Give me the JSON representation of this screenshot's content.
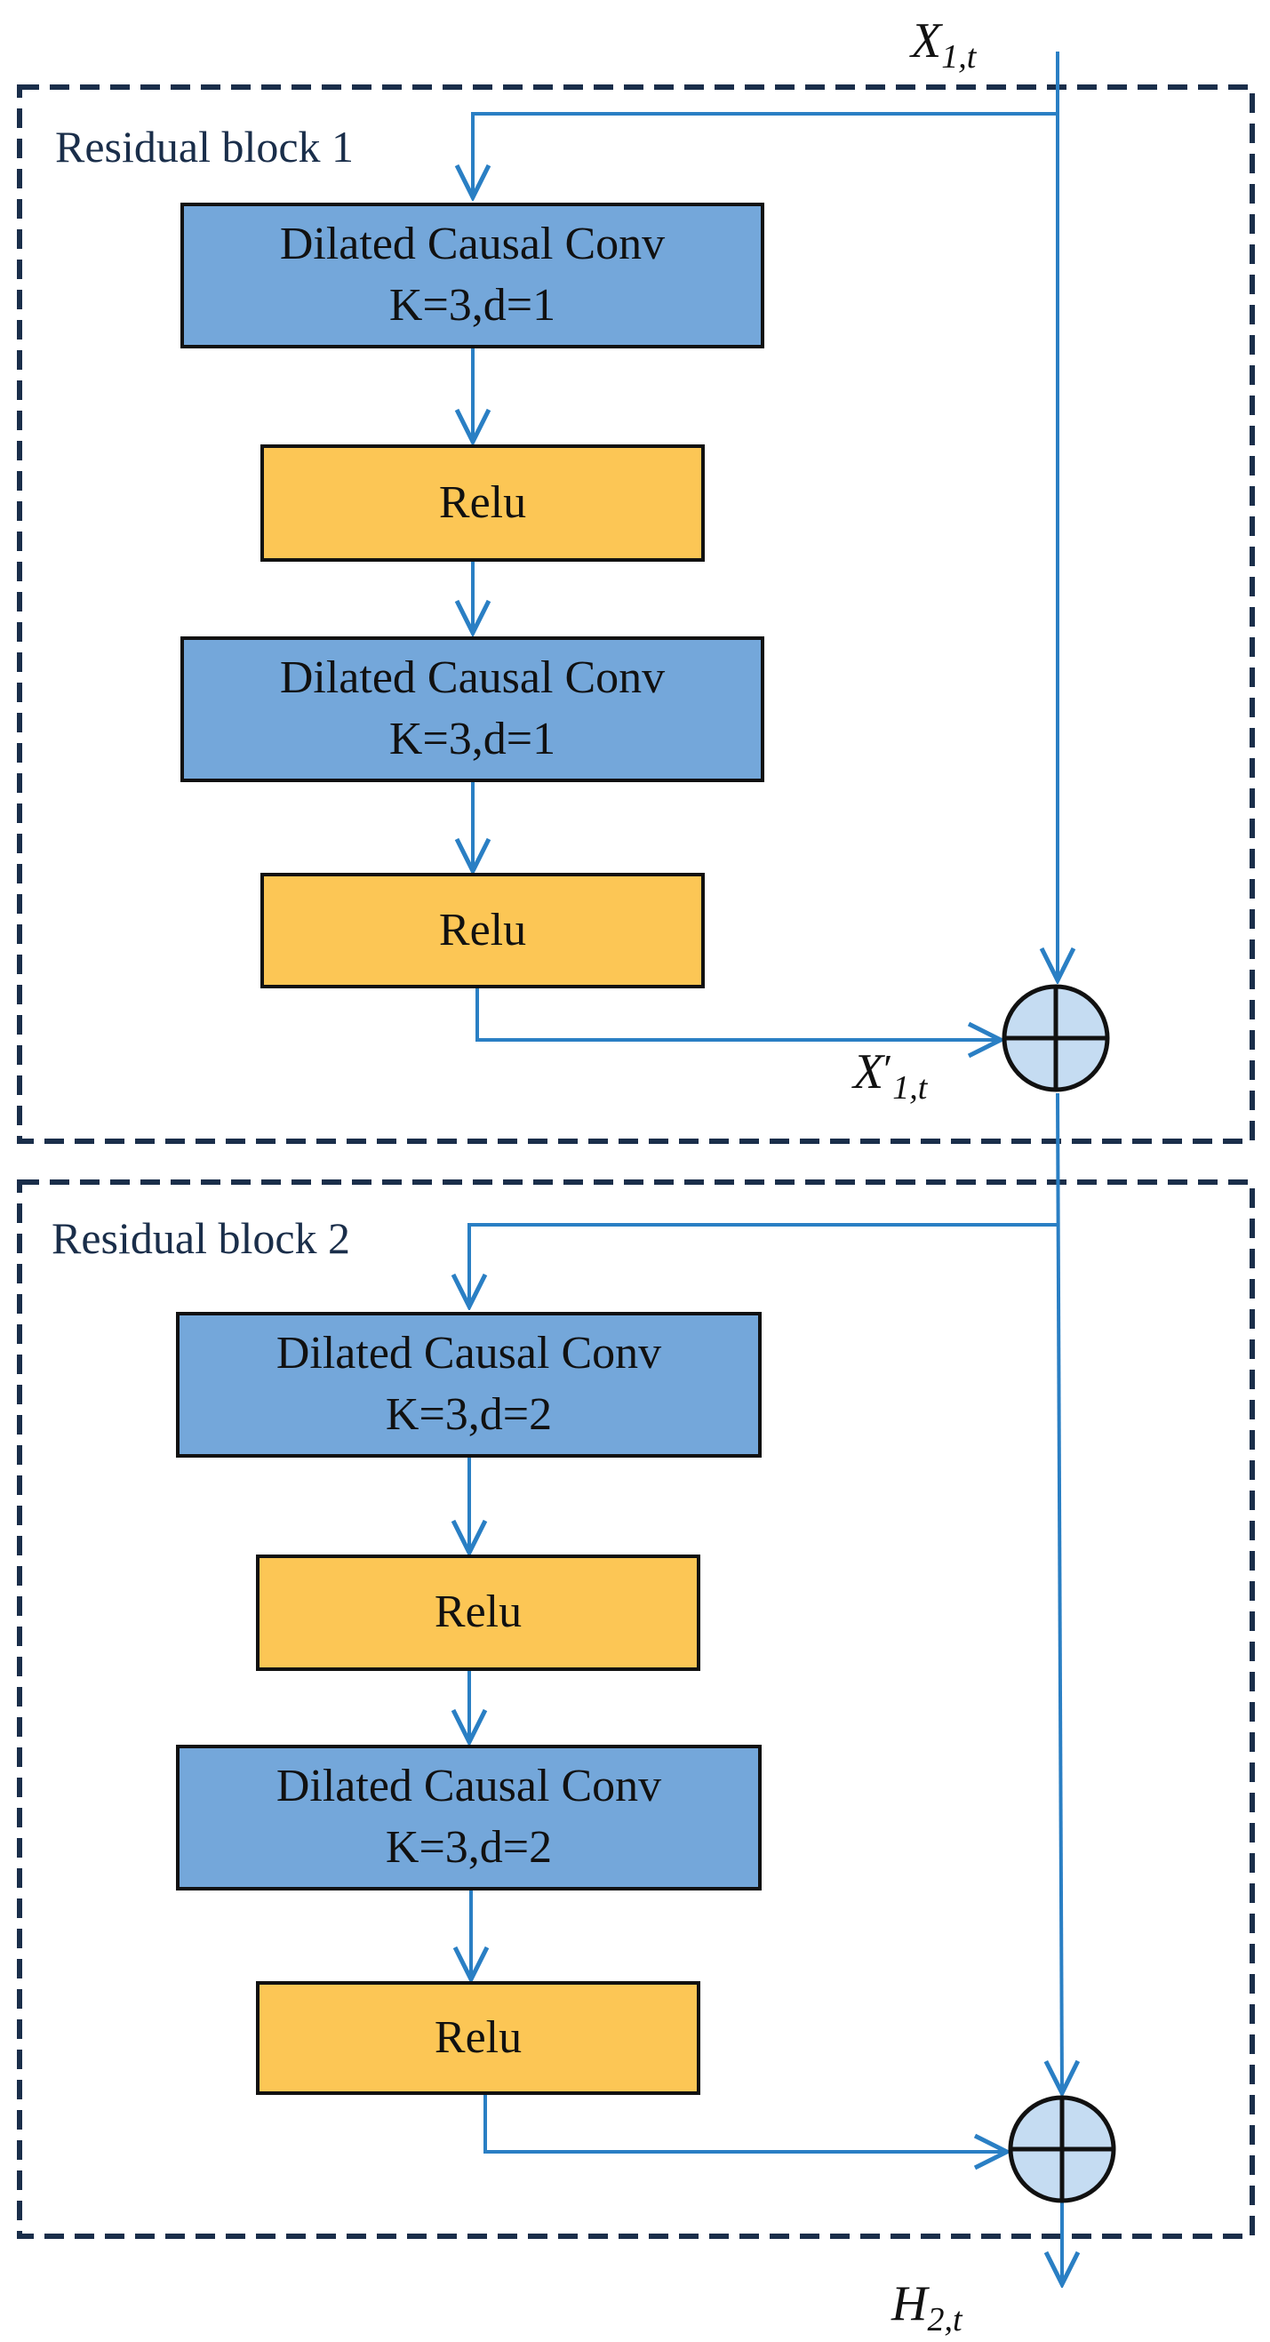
{
  "blocks": [
    {
      "label": "Residual block 1",
      "conv1": {
        "line1": "Dilated Causal Conv",
        "line2": "K=3,d=1"
      },
      "relu1": "Relu",
      "conv2": {
        "line1": "Dilated Causal Conv",
        "line2": "K=3,d=1"
      },
      "relu2": "Relu",
      "output_var": {
        "symbol": "X",
        "prime": "′",
        "sub": "1,t"
      }
    },
    {
      "label": "Residual block 2",
      "conv1": {
        "line1": "Dilated Causal Conv",
        "line2": "K=3,d=2"
      },
      "relu1": "Relu",
      "conv2": {
        "line1": "Dilated Causal Conv",
        "line2": "K=3,d=2"
      },
      "relu2": "Relu"
    }
  ],
  "input_var": {
    "symbol": "X",
    "sub": "1,t"
  },
  "final_output_var": {
    "symbol": "H",
    "sub": "2,t"
  },
  "colors": {
    "conv_fill": "#74a7da",
    "relu_fill": "#fcc655",
    "arrow": "#2a7fc4",
    "dashed_border": "#1a2e4a",
    "adder_fill": "#c5dcf2"
  }
}
